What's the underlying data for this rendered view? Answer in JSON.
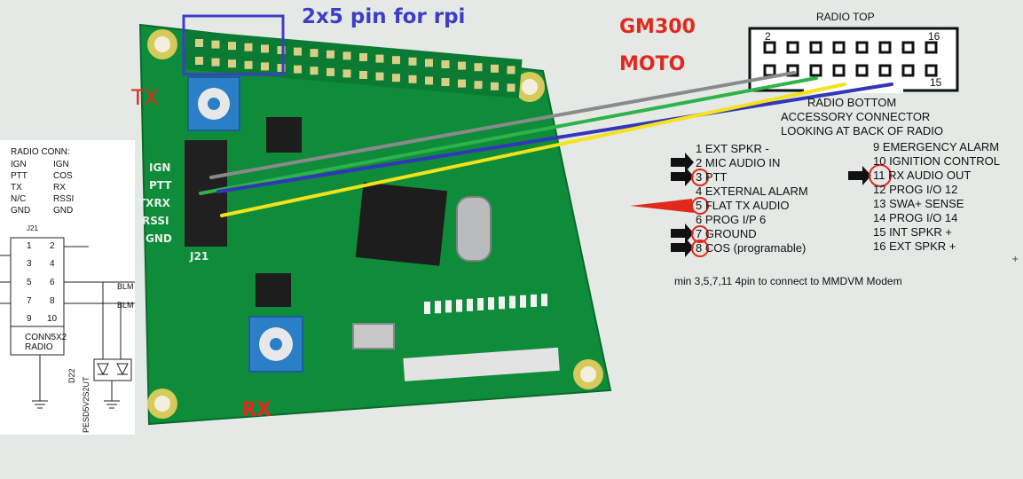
{
  "title": "2x5 pin for rpi",
  "radio_models": [
    "GM300",
    "MOTO"
  ],
  "board_labels": {
    "tx": "TX",
    "rx": "RX",
    "j21": "J21"
  },
  "board_silkscreen": [
    "IGN",
    "PTT",
    "TXRX",
    "RSSI",
    "GND"
  ],
  "connector": {
    "top_label": "RADIO TOP",
    "pin_top_left": "2",
    "pin_top_right": "16",
    "pin_bottom_right": "15",
    "bottom_lines": [
      "RADIO BOTTOM",
      "ACCESSORY CONNECTOR",
      "LOOKING AT BACK OF RADIO"
    ]
  },
  "pins_left": [
    "1 EXT SPKR -",
    "2 MIC AUDIO IN",
    "3 PTT",
    "4 EXTERNAL ALARM",
    "5 FLAT TX AUDIO",
    "6 PROG I/P 6",
    "7 GROUND",
    "8 COS  (programable)"
  ],
  "pins_right": [
    "9 EMERGENCY ALARM",
    "10 IGNITION CONTROL",
    "11 RX AUDIO OUT",
    "12 PROG I/O 12",
    "13 SWA+ SENSE",
    "14 PROG I/O 14",
    "15 INT SPKR +",
    "16 EXT SPKR +"
  ],
  "note": "min 3,5,7,11 4pin to connect to MMDVM Modem",
  "schematic": {
    "header": "RADIO CONN:",
    "rows": [
      [
        "IGN",
        "IGN"
      ],
      [
        "PTT",
        "COS"
      ],
      [
        "TX",
        "RX"
      ],
      [
        "N/C",
        "RSSI"
      ],
      [
        "GND",
        "GND"
      ]
    ],
    "ref": "J21",
    "pin_numbers": [
      "1",
      "2",
      "3",
      "4",
      "5",
      "6",
      "7",
      "8",
      "9",
      "10"
    ],
    "conn_label": "CONN5X2",
    "conn_sub": "RADIO",
    "net_labels": [
      "BLM",
      "BLM"
    ],
    "diode_ref": "D22",
    "diode_part": "PESD5V2S2UT"
  },
  "colors": {
    "pcb": "#0e8c3a",
    "wire_gray": "#8a8a8a",
    "wire_green": "#2fb24a",
    "wire_yellow": "#f4e21a",
    "wire_blue": "#3236b8",
    "highlight_box": "#3d3dc8",
    "accent_red": "#e0291e"
  }
}
